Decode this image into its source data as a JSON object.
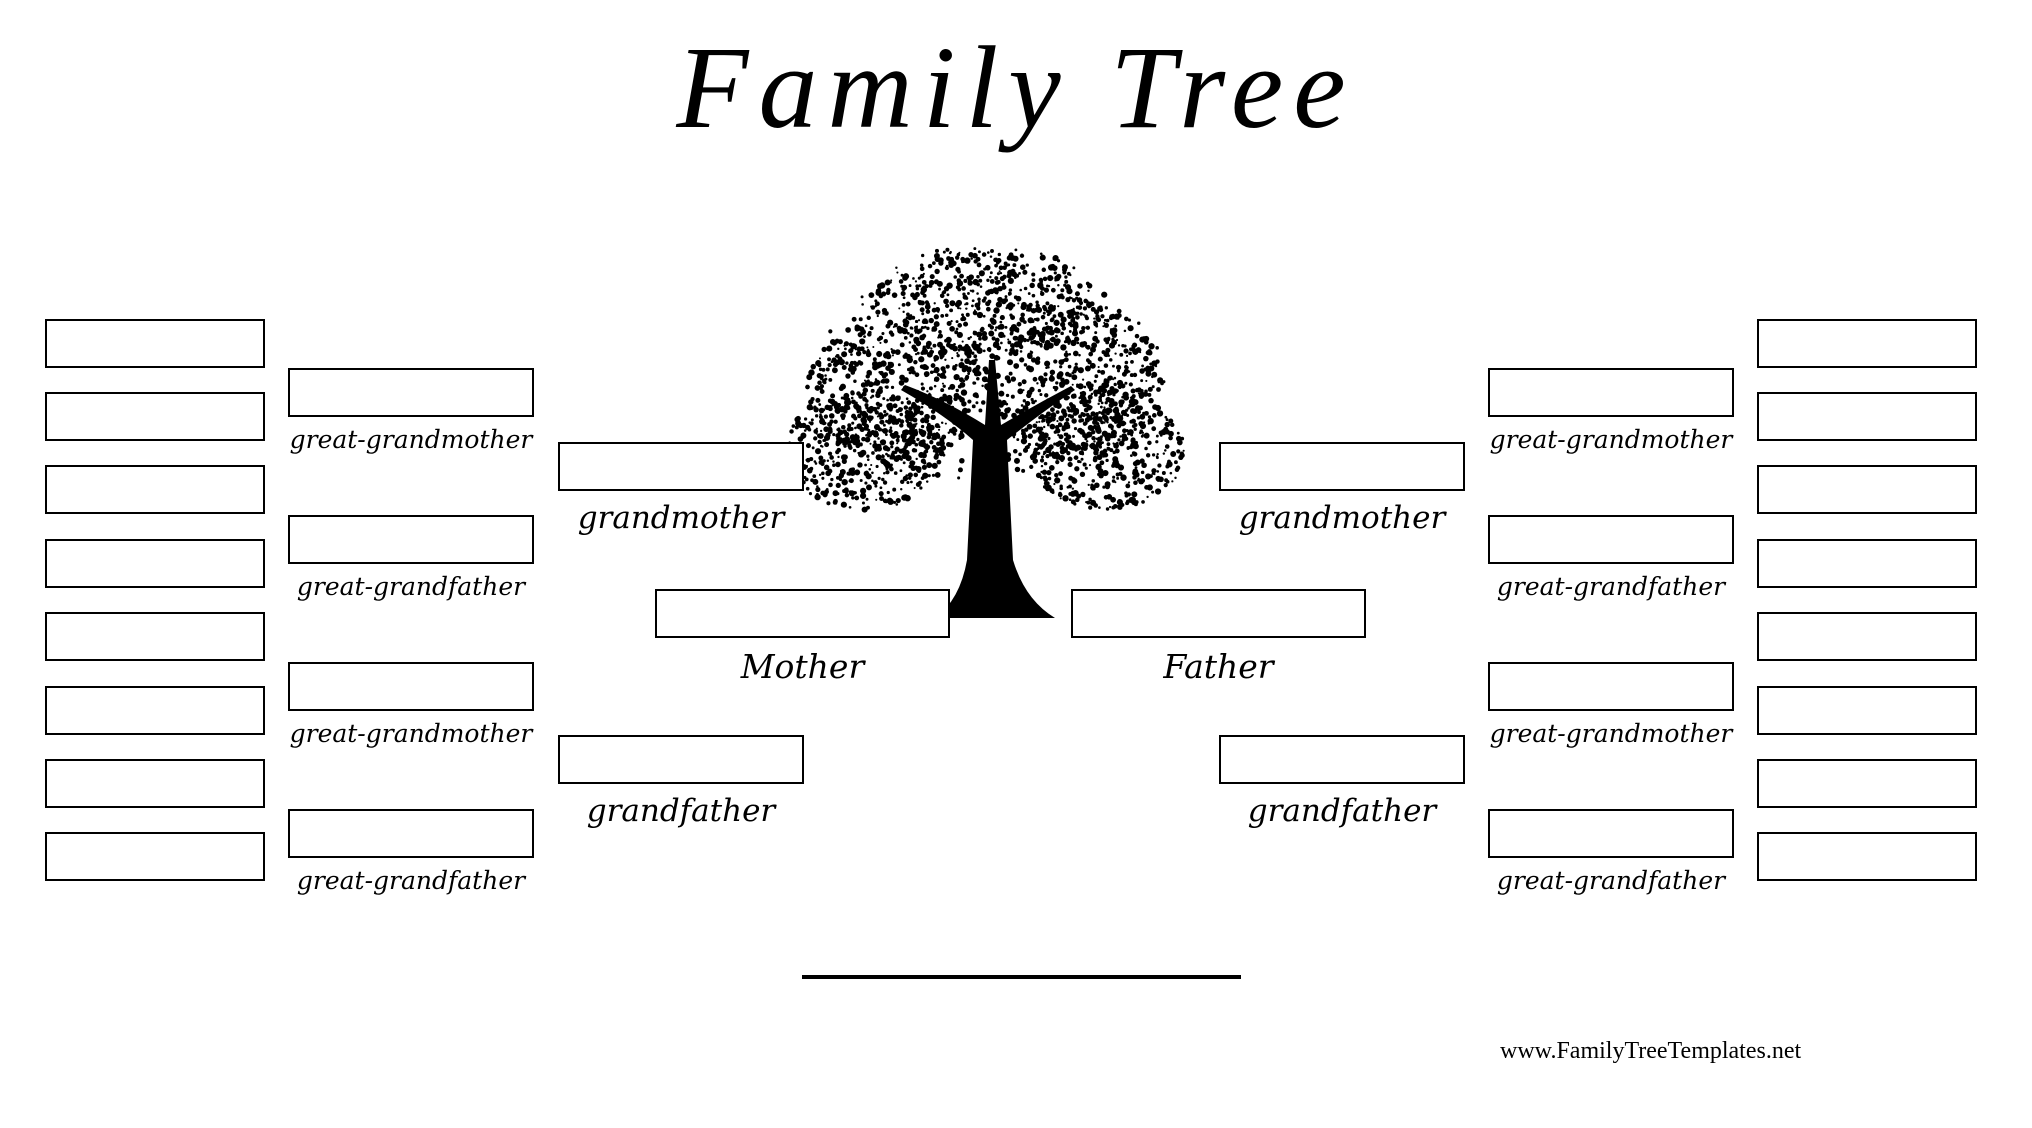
{
  "title": "Family Tree",
  "labels": {
    "great_grandmother": "great-grandmother",
    "great_grandfather": "great-grandfather",
    "grandmother": "grandmother",
    "grandfather": "grandfather",
    "mother": "Mother",
    "father": "Father"
  },
  "footer": {
    "url": "www.FamilyTreeTemplates.net"
  },
  "tree_icon": "oak-tree-illustration"
}
